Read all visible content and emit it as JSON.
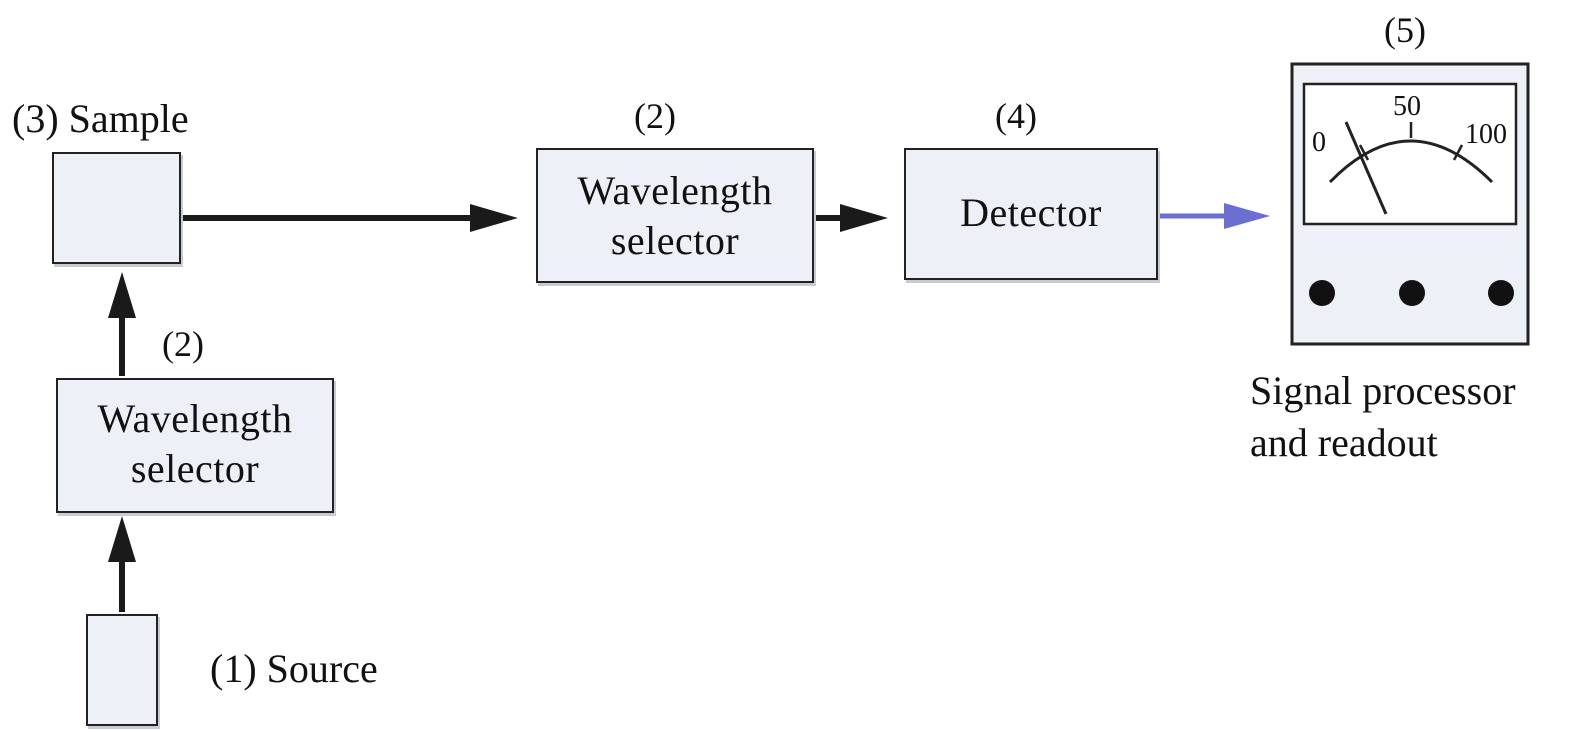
{
  "labels": {
    "sample": "(3) Sample",
    "source": "(1) Source",
    "selector1_num": "(2)",
    "selector2_num": "(2)",
    "detector_num": "(4)",
    "readout_num": "(5)",
    "readout_line1": "Signal processor",
    "readout_line2": "and readout"
  },
  "selector1": {
    "line1": "Wavelength",
    "line2": "selector"
  },
  "selector2": {
    "line1": "Wavelength",
    "line2": "selector"
  },
  "detector": {
    "label": "Detector"
  },
  "meter": {
    "scale_0": "0",
    "scale_50": "50",
    "scale_100": "100"
  },
  "colors": {
    "box_fill": "#eef0f7",
    "arrow": "#1a1a1a",
    "signal_arrow": "#6b6fcf"
  }
}
